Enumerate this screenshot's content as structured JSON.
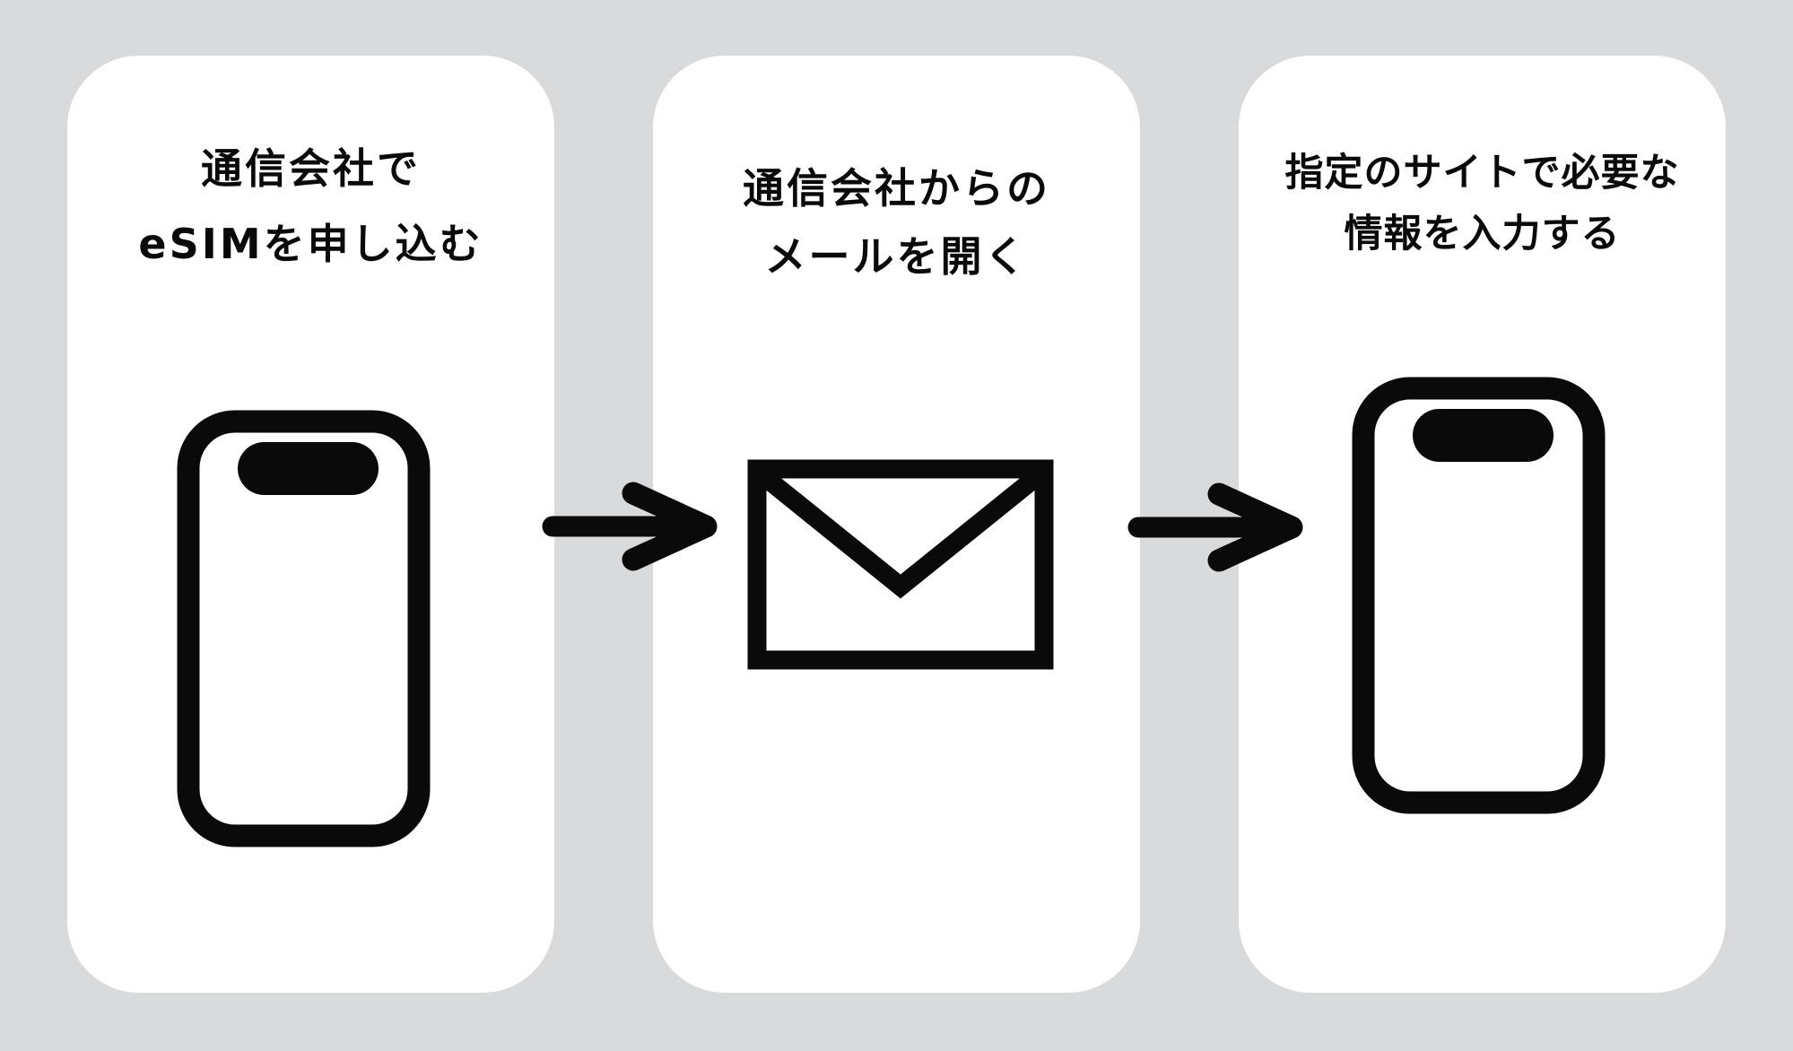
{
  "colors": {
    "background": "#d9dadb",
    "card": "#ffffff",
    "ink": "#0a0a0a"
  },
  "diagram_title": "eSIM application flow",
  "steps": [
    {
      "name": "apply-esim",
      "icon": "smartphone-icon",
      "lines": [
        "通信会社で",
        "eSIMを申し込む"
      ]
    },
    {
      "name": "open-email",
      "icon": "email-envelope-icon",
      "lines": [
        "通信会社からの",
        "メールを開く"
      ]
    },
    {
      "name": "enter-info",
      "icon": "smartphone-icon",
      "lines": [
        "指定のサイトで必要な",
        "情報を入力する"
      ]
    }
  ],
  "arrows": [
    {
      "name": "arrow-1",
      "direction": "right"
    },
    {
      "name": "arrow-2",
      "direction": "right"
    }
  ]
}
